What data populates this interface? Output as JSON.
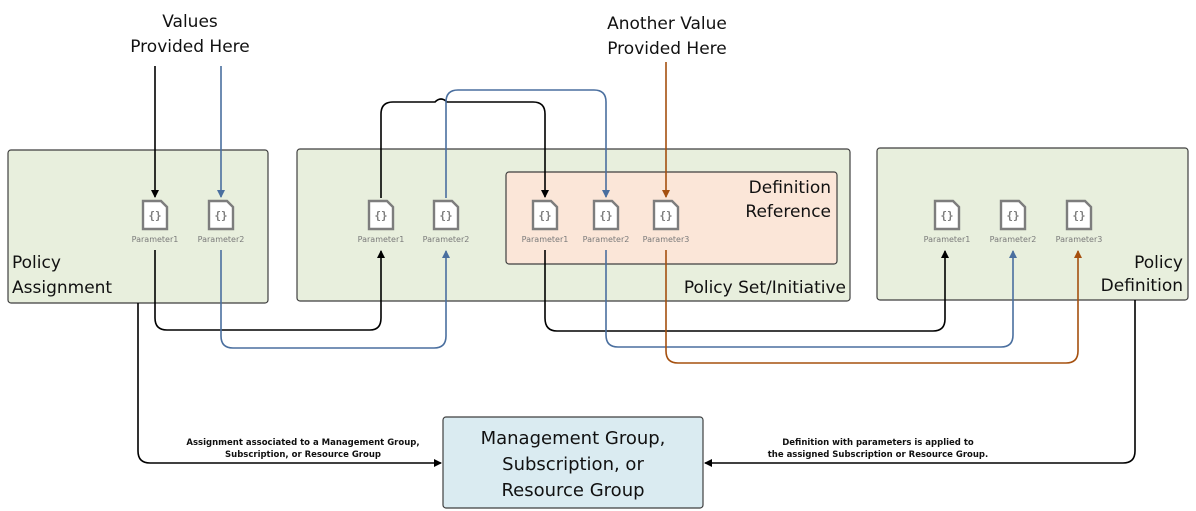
{
  "top_labels": {
    "values_provided": [
      "Values",
      "Provided Here"
    ],
    "another_value": [
      "Another Value",
      "Provided Here"
    ]
  },
  "boxes": {
    "policy_assignment": [
      "Policy",
      "Assignment"
    ],
    "policy_set": "Policy Set/Initiative",
    "definition_reference": [
      "Definition",
      "Reference"
    ],
    "policy_definition": [
      "Policy",
      "Definition"
    ],
    "scope_target": [
      "Management Group,",
      "Subscription, or",
      "Resource Group"
    ]
  },
  "parameters": {
    "assignment": [
      "Parameter1",
      "Parameter2"
    ],
    "initiative": [
      "Parameter1",
      "Parameter2"
    ],
    "reference": [
      "Parameter1",
      "Parameter2",
      "Parameter3"
    ],
    "definition": [
      "Parameter1",
      "Parameter2",
      "Parameter3"
    ]
  },
  "notes": {
    "assignment_note": [
      "Assignment associated to a Management Group,",
      "Subscription, or Resource Group"
    ],
    "definition_note": [
      "Definition with parameters is applied to",
      "the assigned Subscription or Resource Group."
    ]
  },
  "icon": {
    "name": "json-braces-icon",
    "glyph": "{}"
  },
  "colors": {
    "black_flow": "#000000",
    "blue_flow": "#4a6f9f",
    "orange_flow": "#a5500f",
    "green_box": "#e8efdd",
    "peach_box": "#fbe6d8",
    "blue_box": "#daebf1"
  }
}
